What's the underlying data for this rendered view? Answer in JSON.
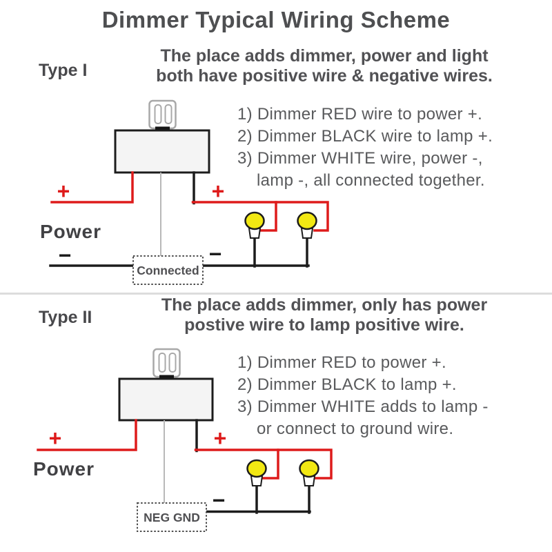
{
  "title": "Dimmer Typical Wiring Scheme",
  "colors": {
    "wire_red": "#de1b1b",
    "wire_black": "#1c1c1c",
    "wire_white_gray": "#b8b8b8",
    "bulb_yellow": "#f2e813",
    "heading_gray": "#4e4f51",
    "text_gray": "#595a5c"
  },
  "type1": {
    "label": "Type I",
    "subtitle_line1": "The place adds dimmer, power and light",
    "subtitle_line2": "both have positive wire & negative wires.",
    "steps": [
      "1) Dimmer RED wire to power +.",
      "2) Dimmer BLACK wire to lamp +.",
      "3) Dimmer WHITE wire, power -,",
      "lamp -, all connected together."
    ],
    "diagram": {
      "power_label": "Power",
      "plus": "+",
      "minus": "−",
      "junction_label": "Connected"
    }
  },
  "type2": {
    "label": "Type II",
    "subtitle_line1": "The place adds dimmer, only has power",
    "subtitle_line2": "postive wire to lamp positive wire.",
    "steps": [
      "1) Dimmer RED to power +.",
      "2) Dimmer BLACK to lamp +.",
      "3) Dimmer WHITE adds to lamp -",
      "or connect to ground wire."
    ],
    "diagram": {
      "power_label": "Power",
      "plus": "+",
      "minus": "−",
      "junction_label": "NEG GND"
    }
  }
}
